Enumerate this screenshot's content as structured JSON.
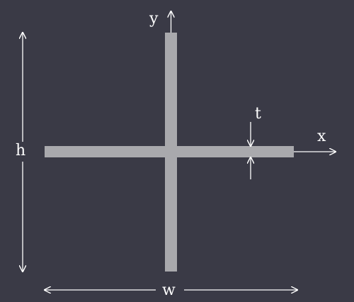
{
  "diagram": {
    "labels": {
      "y_axis": "y",
      "x_axis": "x",
      "height": "h",
      "width": "w",
      "thickness": "t"
    },
    "colors": {
      "background": "#3a3a46",
      "shape_fill": "#a9a9ad",
      "lines": "#ffffff"
    }
  }
}
